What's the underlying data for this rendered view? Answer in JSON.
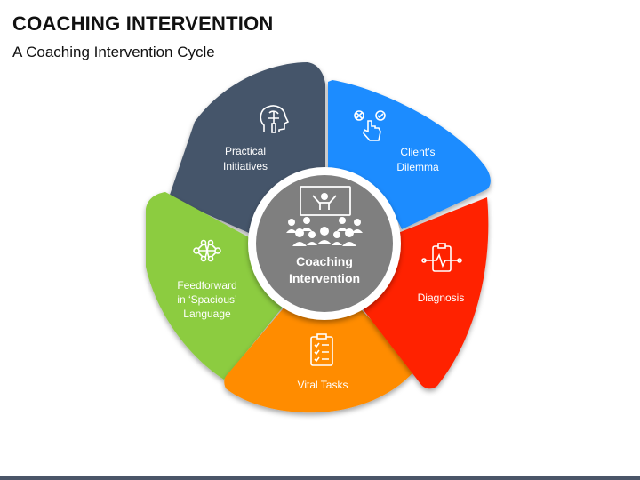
{
  "header": {
    "title": "COACHING INTERVENTION",
    "subtitle": "A Coaching Intervention Cycle"
  },
  "center": {
    "line1": "Coaching",
    "line2": "Intervention",
    "icon": "presentation-audience-icon"
  },
  "segments": [
    {
      "key": "practical",
      "lines": [
        "Practical",
        "Initiatives"
      ],
      "color": "#44546a",
      "icon": "brain-head-icon"
    },
    {
      "key": "dilemma",
      "lines": [
        "Client’s",
        "Dilemma"
      ],
      "color": "#1a8cff",
      "icon": "choice-hand-icon"
    },
    {
      "key": "diagnosis",
      "lines": [
        "Diagnosis"
      ],
      "color": "#ff2200",
      "icon": "clipboard-pulse-icon"
    },
    {
      "key": "vital",
      "lines": [
        "Vital Tasks"
      ],
      "color": "#ff8c00",
      "icon": "checklist-icon"
    },
    {
      "key": "feedforward",
      "lines": [
        "Feedforward",
        "in ‘Spacious’",
        "Language"
      ],
      "color": "#8ccc3f",
      "icon": "network-icon"
    }
  ],
  "colors": {
    "center_fill": "#7f7f7f",
    "ring": "#ffffff",
    "footer_bar": "#4a5568"
  }
}
